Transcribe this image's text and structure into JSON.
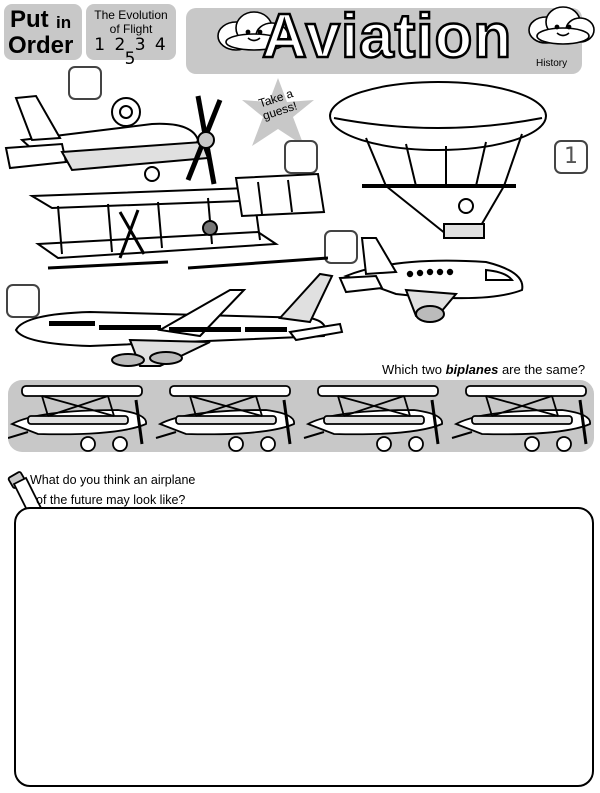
{
  "header": {
    "put": "Put",
    "in": "in",
    "order": "Order",
    "evolution_line1": "The Evolution",
    "evolution_line2": "of Flight",
    "numbers": "1 2 3 4 5",
    "title": "Aviation",
    "subtitle": "History"
  },
  "guess": {
    "line1": "Take a",
    "line2": "guess!"
  },
  "boxes": [
    {
      "label": ""
    },
    {
      "label": ""
    },
    {
      "label": ""
    },
    {
      "label": ""
    },
    {
      "label": "1"
    }
  ],
  "biplanes": {
    "question_prefix": "Which two ",
    "question_emphasis": "biplanes",
    "question_suffix": " are the same?"
  },
  "future": {
    "line1": "What do you think an airplane",
    "line2": "of the future may look like?"
  },
  "colors": {
    "band_gray": "#c8c8c8",
    "ink": "#000000"
  }
}
